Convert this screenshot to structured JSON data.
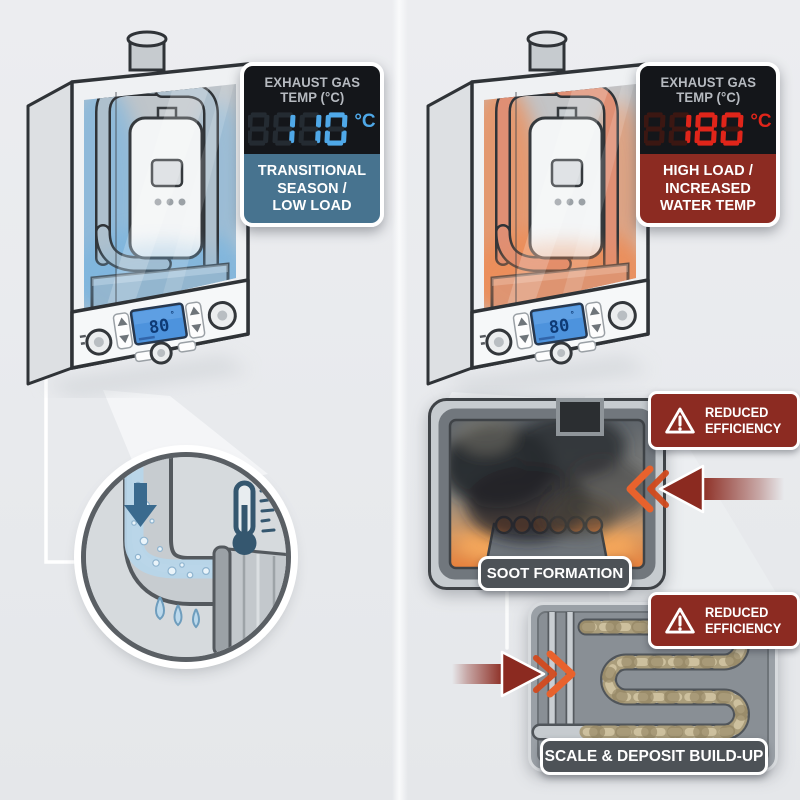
{
  "palette": {
    "background": "#e9ebee",
    "display_bg": "#14161a",
    "display_title_color": "#b6bac0",
    "left_accent": "#4fa8e8",
    "left_ghost": "#242b32",
    "left_label_bg": "#47738f",
    "right_accent": "#e0251a",
    "right_ghost": "#3b1712",
    "right_label_bg": "#8c2b22",
    "badge_bg": "#8c2b22",
    "caption_bg": "#4d5257",
    "arrow_color": "#8b2a20",
    "chevron_color": "#e8622d"
  },
  "left": {
    "display": {
      "title": [
        "EXHAUST GAS",
        "TEMP (°C)"
      ],
      "value": "110",
      "unit": "°C",
      "accent": "#4fa8e8",
      "ghost_color": "#242b32",
      "label_lines": [
        "TRANSITIONAL",
        "SEASON /",
        "LOW LOAD"
      ],
      "label_bg": "#47738f"
    },
    "boiler": {
      "lcd_value": "80",
      "lcd_unit": "°"
    },
    "detail_circle": {
      "icons": [
        "down-arrow",
        "thermometer",
        "condensate-droplets"
      ]
    }
  },
  "right": {
    "display": {
      "title": [
        "EXHAUST GAS",
        "TEMP (°C)"
      ],
      "value": "180",
      "unit": "°C",
      "accent": "#e0251a",
      "ghost_color": "#3b1712",
      "label_lines": [
        "HIGH LOAD /",
        "INCREASED",
        "WATER TEMP"
      ],
      "label_bg": "#8c2b22"
    },
    "boiler": {
      "lcd_value": "80",
      "lcd_unit": "°"
    },
    "soot_panel": {
      "label": "SOOT FORMATION",
      "badge_lines": [
        "REDUCED",
        "EFFICIENCY"
      ]
    },
    "scale_panel": {
      "label": "SCALE & DEPOSIT BUILD-UP",
      "badge_lines": [
        "REDUCED",
        "EFFICIENCY"
      ]
    }
  }
}
